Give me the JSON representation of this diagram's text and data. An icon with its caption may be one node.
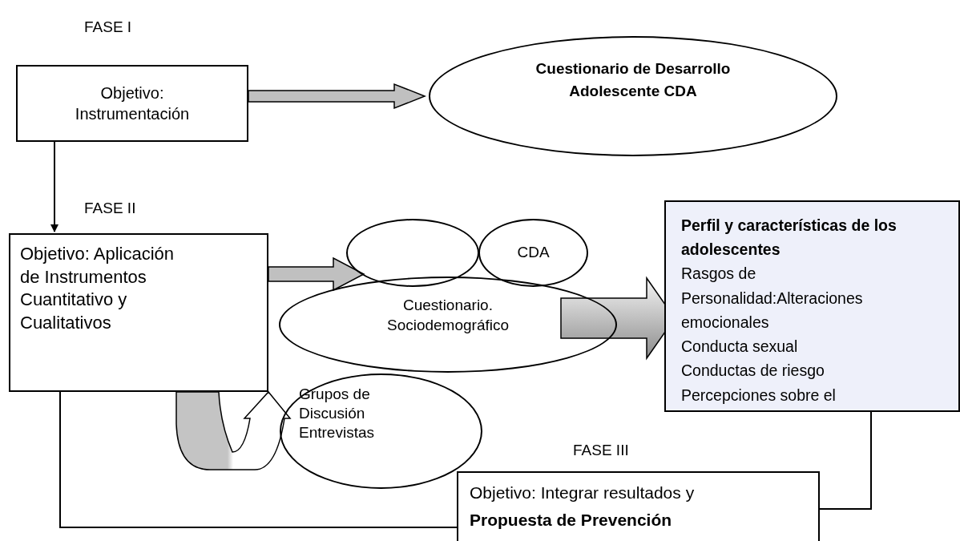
{
  "diagram": {
    "nodes": [
      {
        "text": [
          "Objetivo: Instrumentación"
        ]
      },
      {
        "text": [
          "Cuestionario de Desarrollo Adolescente CDA"
        ]
      },
      {
        "text": [
          "Objetivo: Aplicación de Instrumentos Cuantitativo y Cualitativos"
        ]
      },
      {
        "text": [],
        "shape": "circle"
      },
      {
        "text": [
          "CDA"
        ]
      },
      {
        "text": [
          "Cuestionario. Sociodemográfico"
        ]
      },
      {
        "text": [
          "Grupos de Discusión Entrevistas"
        ]
      },
      {
        "text": [
          "Perfil y características de los adolescentes",
          "Rasgos de Personalidad:Alteraciones emocionales",
          "Conducta sexual",
          "Conductas de riesgo",
          "Percepciones sobre el"
        ]
      },
      {
        "text": [
          "Objetivo: Integrar resultados y **Propuesta de Prevención**"
        ]
      }
    ],
    "edges": [
      {
        "from": 0,
        "to": 1,
        "arrow": "to",
        "style": "thick"
      },
      {
        "from": 0,
        "to": 2,
        "arrow": "to"
      },
      {
        "from": 2,
        "to": 3,
        "arrow": "to",
        "style": "thick"
      },
      {
        "from": 5,
        "to": 7,
        "arrow": "to",
        "style": "thick"
      },
      {
        "from": 6,
        "to": 2,
        "arrow": "to",
        "style": "thick"
      },
      {
        "from": 2,
        "to": 8,
        "arrow": "none"
      },
      {
        "from": 7,
        "to": 8,
        "arrow": "none"
      }
    ],
    "labels": [
      "FASE I",
      "FASE II",
      "FASE III"
    ]
  }
}
